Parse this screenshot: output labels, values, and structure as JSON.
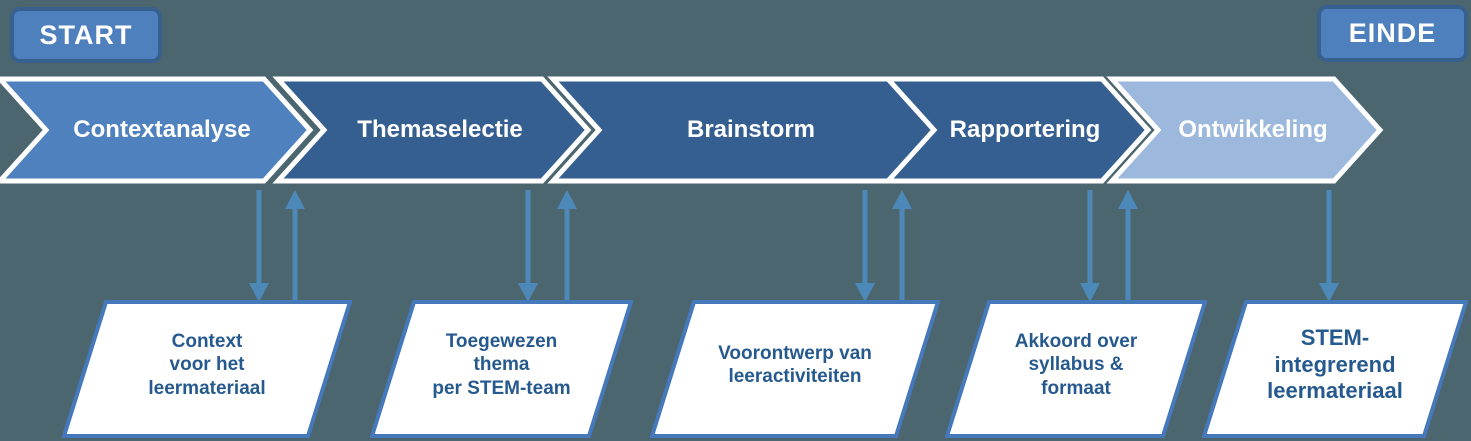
{
  "background_color": "#4c666f",
  "terminals": {
    "start_label": "START",
    "end_label": "EINDE"
  },
  "process_steps": [
    {
      "label": "Contextanalyse",
      "color": "#4e81bd"
    },
    {
      "label": "Themaselectie",
      "color": "#365f91"
    },
    {
      "label": "Brainstorm",
      "color": "#365f91"
    },
    {
      "label": "Rapportering",
      "color": "#365f91"
    },
    {
      "label": "Ontwikkeling",
      "color": "#9cb8dc"
    }
  ],
  "deliverables": [
    {
      "lines": [
        "Context",
        "voor het",
        "leermateriaal"
      ]
    },
    {
      "lines": [
        "Toegewezen",
        "thema",
        "per STEM-team"
      ]
    },
    {
      "lines": [
        "Voorontwerp van",
        "leeractiviteiten"
      ]
    },
    {
      "lines": [
        "Akkoord over",
        "syllabus &",
        "formaat"
      ]
    },
    {
      "lines": [
        "STEM-",
        "integrerend",
        "leermateriaal"
      ]
    }
  ],
  "connectors": [
    {
      "step": "Contextanalyse",
      "down": true,
      "up": true
    },
    {
      "step": "Themaselectie",
      "down": true,
      "up": true
    },
    {
      "step": "Brainstorm",
      "down": true,
      "up": true
    },
    {
      "step": "Rapportering",
      "down": true,
      "up": true
    },
    {
      "step": "Ontwikkeling",
      "down": true,
      "up": false
    }
  ],
  "accent_colors": {
    "terminal_fill": "#4e80bd",
    "terminal_border": "#38608f",
    "chevron_outline": "#ffffff",
    "arrow": "#4c89b8",
    "deliverable_border": "#4678bc",
    "deliverable_fill": "#ffffff",
    "deliverable_text": "#265a8f"
  }
}
